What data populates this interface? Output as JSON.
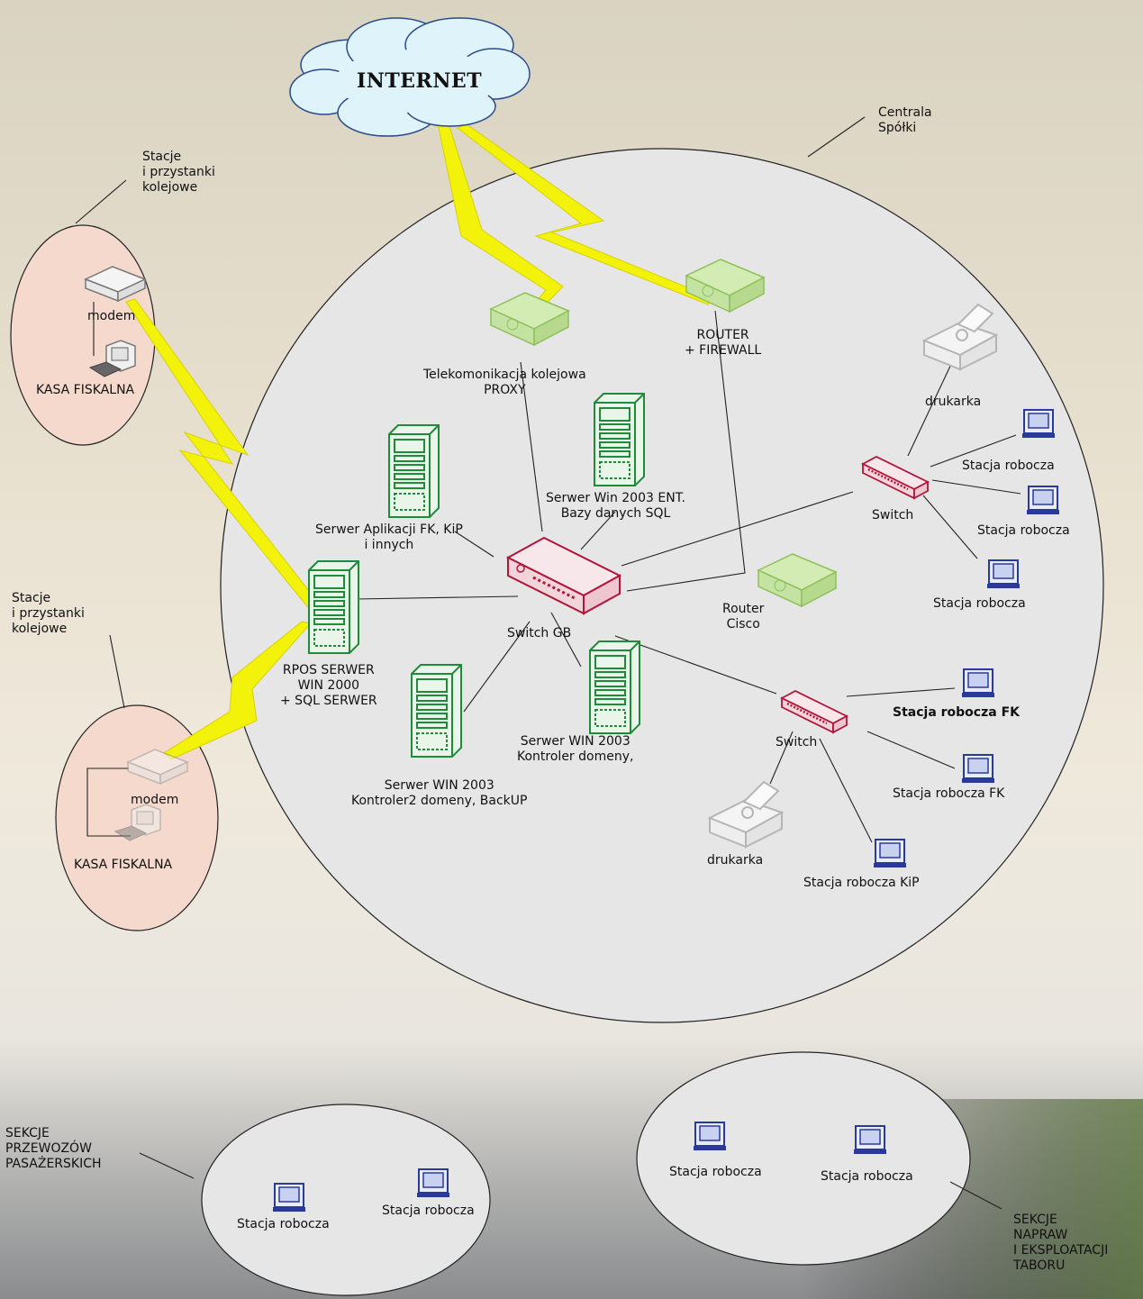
{
  "labels": {
    "internet": "INTERNET",
    "centrala": [
      "Centrala",
      "Spółki"
    ],
    "stacje_top": [
      "Stacje",
      "i przystanki",
      "kolejowe"
    ],
    "stacje_bottom": [
      "Stacje",
      "i przystanki",
      "kolejowe"
    ],
    "modem_top": "modem",
    "kasa_top": "KASA FISKALNA",
    "modem_bottom": "modem",
    "kasa_bottom": "KASA FISKALNA",
    "telekom": [
      "Telekomonikacja kolejowa",
      "PROXY"
    ],
    "router_fw": [
      "ROUTER",
      "+ FIREWALL"
    ],
    "serwer_win2003_ent": [
      "Serwer Win 2003 ENT.",
      "Bazy danych SQL"
    ],
    "serwer_aplikacji": [
      "Serwer Aplikacji FK, KiP",
      "i innych"
    ],
    "rpos": [
      "RPOS SERWER",
      "WIN 2000",
      "+ SQL SERWER"
    ],
    "switch_gb": "Switch GB",
    "router_cisco": [
      "Router",
      "Cisco"
    ],
    "serwer_kontroler": [
      "Serwer WIN 2003",
      "Kontroler domeny,"
    ],
    "serwer_kontroler2": [
      "Serwer WIN 2003",
      "Kontroler2 domeny, BackUP"
    ],
    "drukarka_top": "drukarka",
    "switch_top": "Switch",
    "stacja_1": "Stacja robocza",
    "stacja_2": "Stacja robocza",
    "stacja_3": "Stacja robocza",
    "switch_bottom": "Switch",
    "stacja_fk_1": "Stacja robocza FK",
    "stacja_fk_2": "Stacja robocza FK",
    "stacja_kip": "Stacja robocza KiP",
    "drukarka_bottom": "drukarka",
    "sekcje_przewozow": [
      "SEKCJE",
      "PRZEWOZÓW",
      "PASAŻERSKICH"
    ],
    "sp_stacja_1": "Stacja robocza",
    "sp_stacja_2": "Stacja robocza",
    "sekcje_napraw": [
      "SEKCJE",
      "NAPRAW",
      "I EKSPLOATACJI",
      "TABORU"
    ],
    "sn_stacja_1": "Stacja robocza",
    "sn_stacja_2": "Stacja robocza"
  },
  "colors": {
    "circle_fill": "#e6e6e6",
    "station_fill": "#f4d9cc",
    "server_green": "#1f8a3a",
    "switch_red": "#b0163a",
    "router_green": "#a8d07a",
    "workstation_blue": "#2a3a9a",
    "lightning": "#f2f20a",
    "printer_grey": "#b5b5b5"
  },
  "icons": [
    "cloud-icon",
    "server-icon",
    "switch-icon",
    "router-icon",
    "workstation-icon",
    "printer-icon",
    "modem-icon",
    "cash-register-icon",
    "lightning-link-icon"
  ]
}
